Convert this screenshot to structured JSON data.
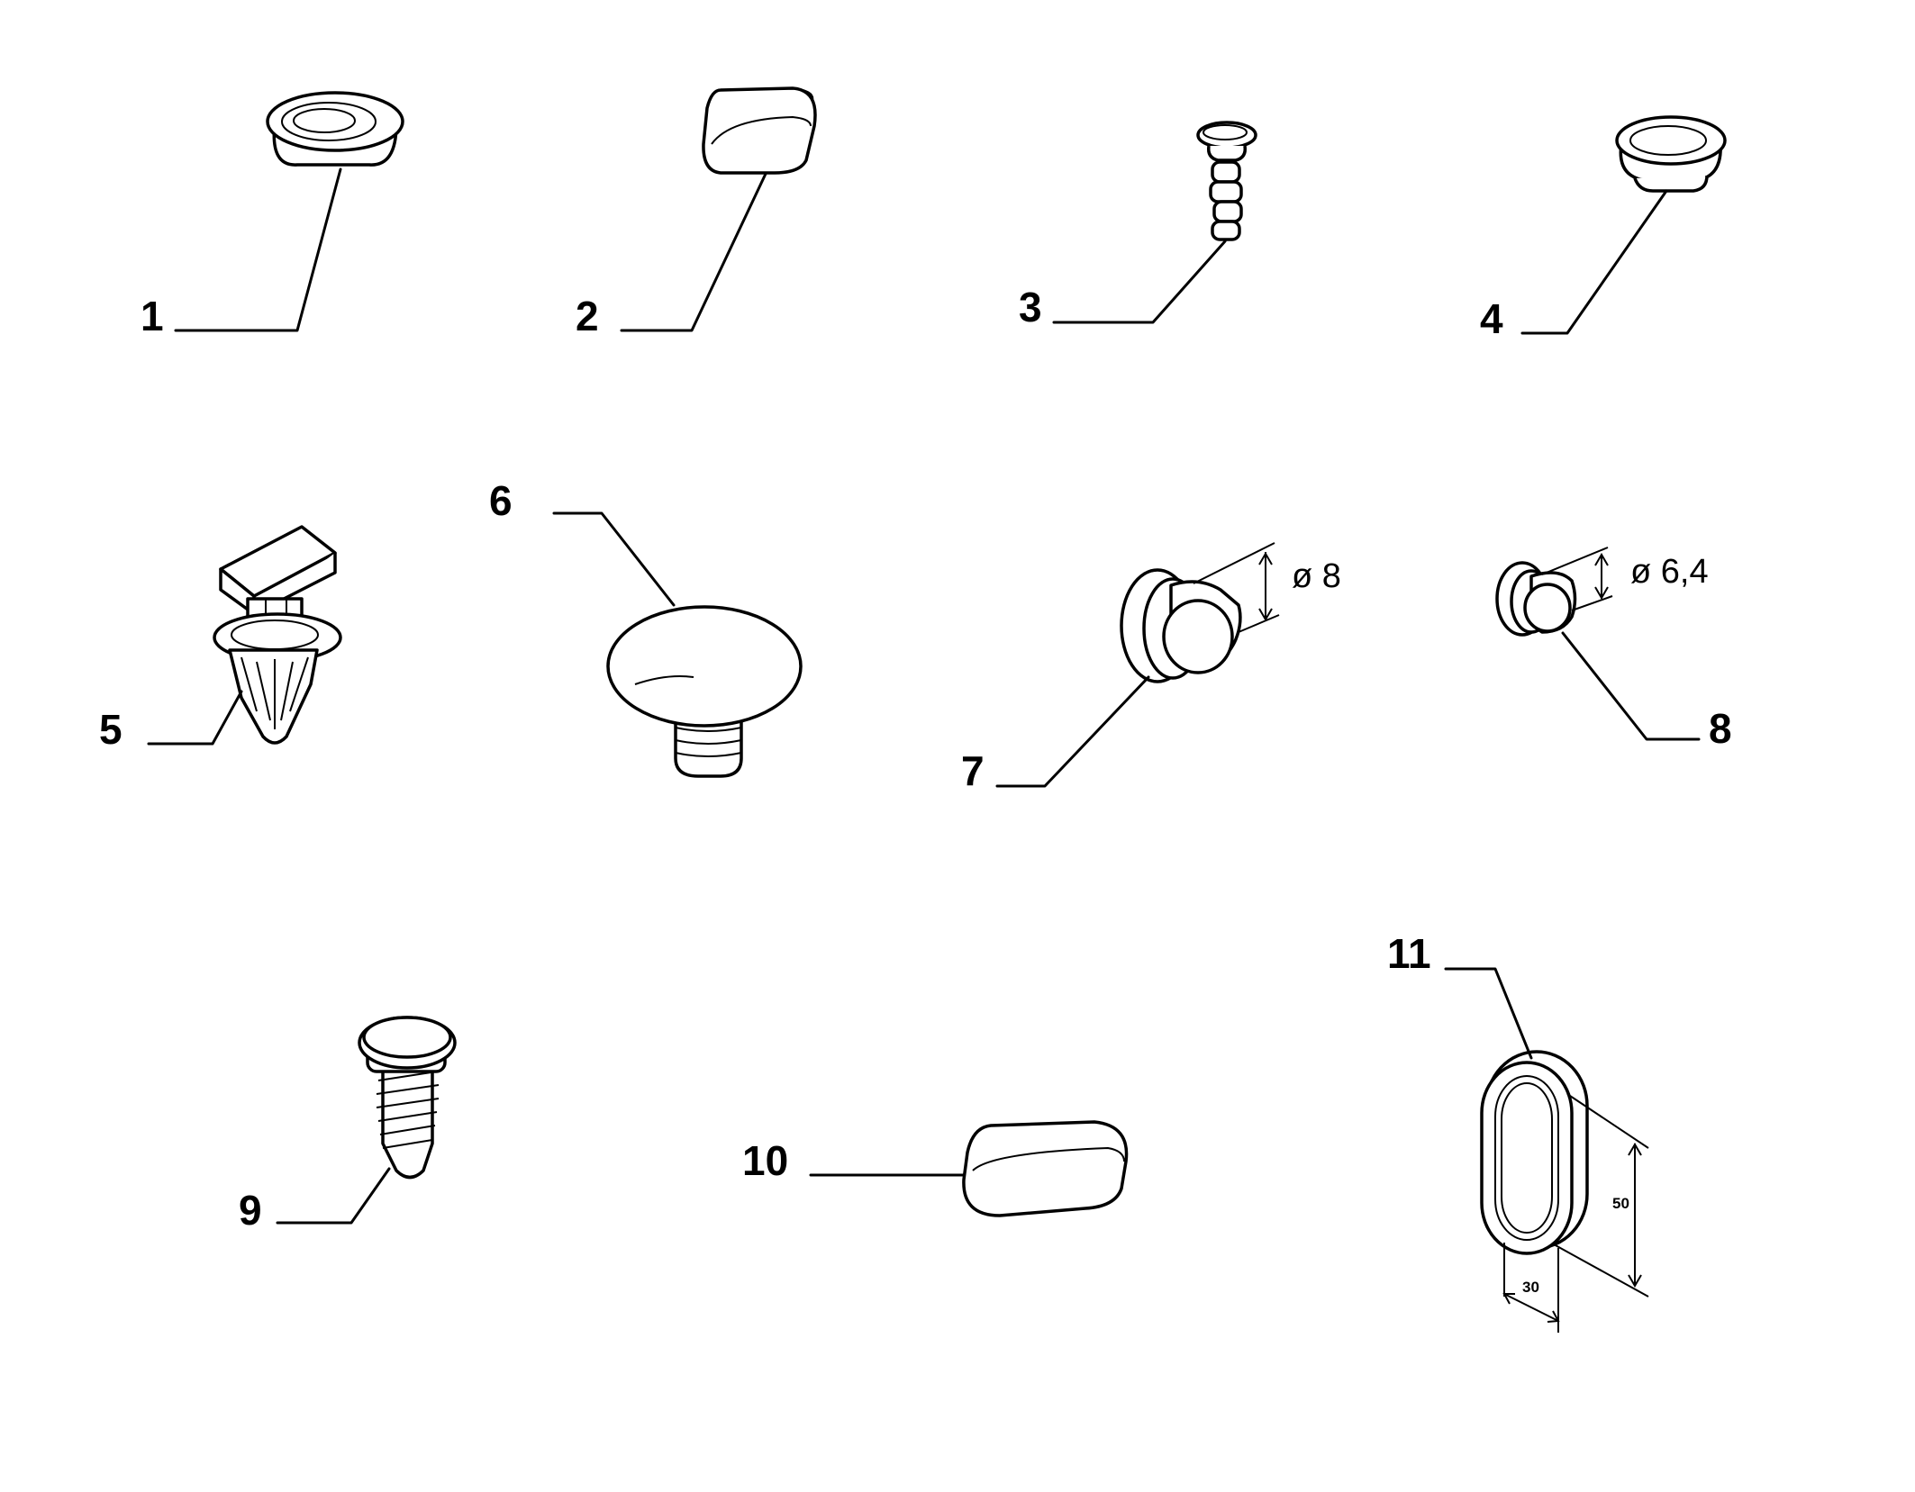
{
  "callouts": [
    "1",
    "2",
    "3",
    "4",
    "5",
    "6",
    "7",
    "8",
    "9",
    "10",
    "11"
  ],
  "dimensions": {
    "part7_diameter": "ø 8",
    "part8_diameter": "ø 6,4",
    "part11_height": "50",
    "part11_width": "30"
  }
}
